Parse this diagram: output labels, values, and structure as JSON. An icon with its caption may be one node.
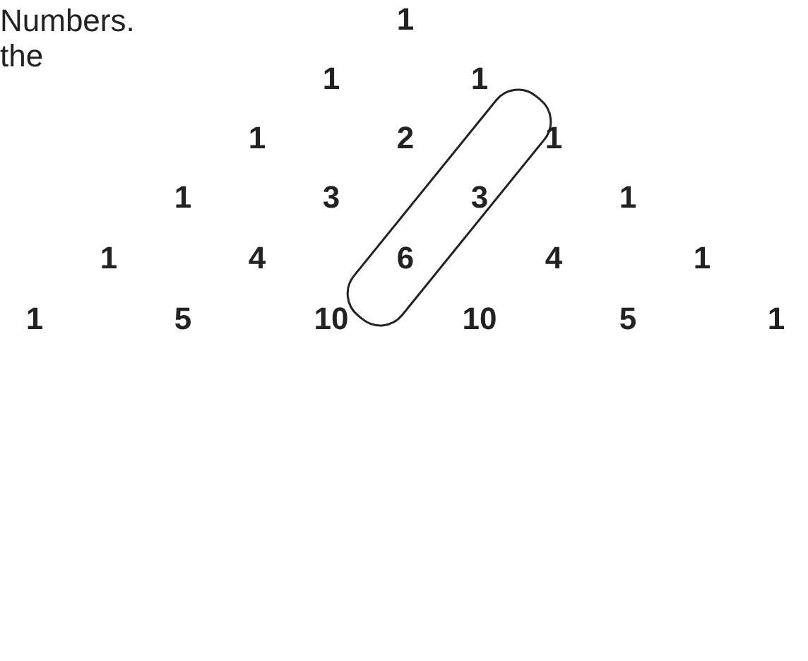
{
  "diagram": {
    "labels": [
      "Numbers.",
      "1",
      "the",
      "1",
      "1",
      "1",
      "2",
      "1",
      "1",
      "3",
      "3",
      "1",
      "1",
      "4",
      "6",
      "4",
      "1",
      "1",
      "5",
      "10",
      "10",
      "5",
      "1"
    ]
  }
}
